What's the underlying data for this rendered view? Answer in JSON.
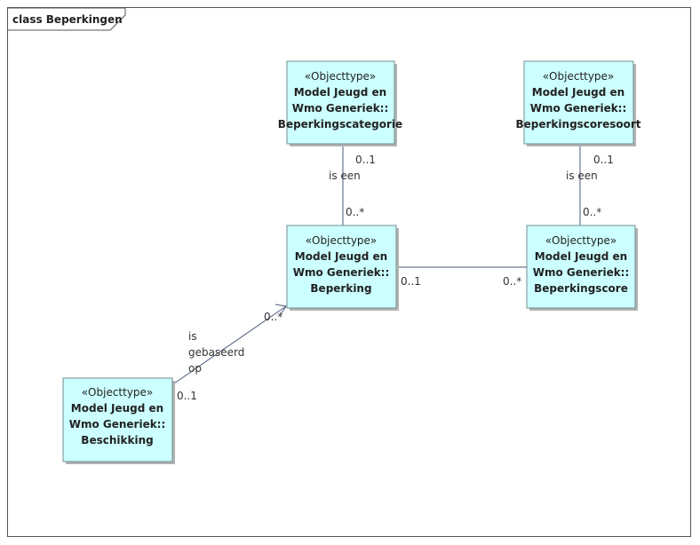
{
  "frame": {
    "title": "class Beperkingen"
  },
  "colors": {
    "class_fill": "#ccffff",
    "class_border": "#6f8f8f",
    "line": "#4a5a7a",
    "shadow": "#b3b3b3"
  },
  "classes": {
    "categorie": {
      "stereotype": "«Objecttype»",
      "lines": [
        "Model Jeugd en",
        "Wmo Generiek::",
        "Beperkingscategorie"
      ]
    },
    "scoresoort": {
      "stereotype": "«Objecttype»",
      "lines": [
        "Model Jeugd en",
        "Wmo Generiek::",
        "Beperkingscoresoort"
      ]
    },
    "beperking": {
      "stereotype": "«Objecttype»",
      "lines": [
        "Model Jeugd en",
        "Wmo Generiek::",
        "Beperking"
      ]
    },
    "score": {
      "stereotype": "«Objecttype»",
      "lines": [
        "Model Jeugd en",
        "Wmo Generiek::",
        "Beperkingscore"
      ]
    },
    "beschikking": {
      "stereotype": "«Objecttype»",
      "lines": [
        "Model Jeugd en",
        "Wmo Generiek::",
        "Beschikking"
      ]
    }
  },
  "associations": {
    "categorie_beperking": {
      "name": "is een",
      "source_mult": "0..1",
      "target_mult": "0..*"
    },
    "scoresoort_score": {
      "name": "is een",
      "source_mult": "0..1",
      "target_mult": "0..*"
    },
    "beperking_score": {
      "source_mult": "0..1",
      "target_mult": "0..*"
    },
    "beschikking_beperking": {
      "name_lines": [
        "is",
        "gebaseerd",
        "op"
      ],
      "source_mult": "0..1",
      "target_mult": "0..*"
    }
  }
}
